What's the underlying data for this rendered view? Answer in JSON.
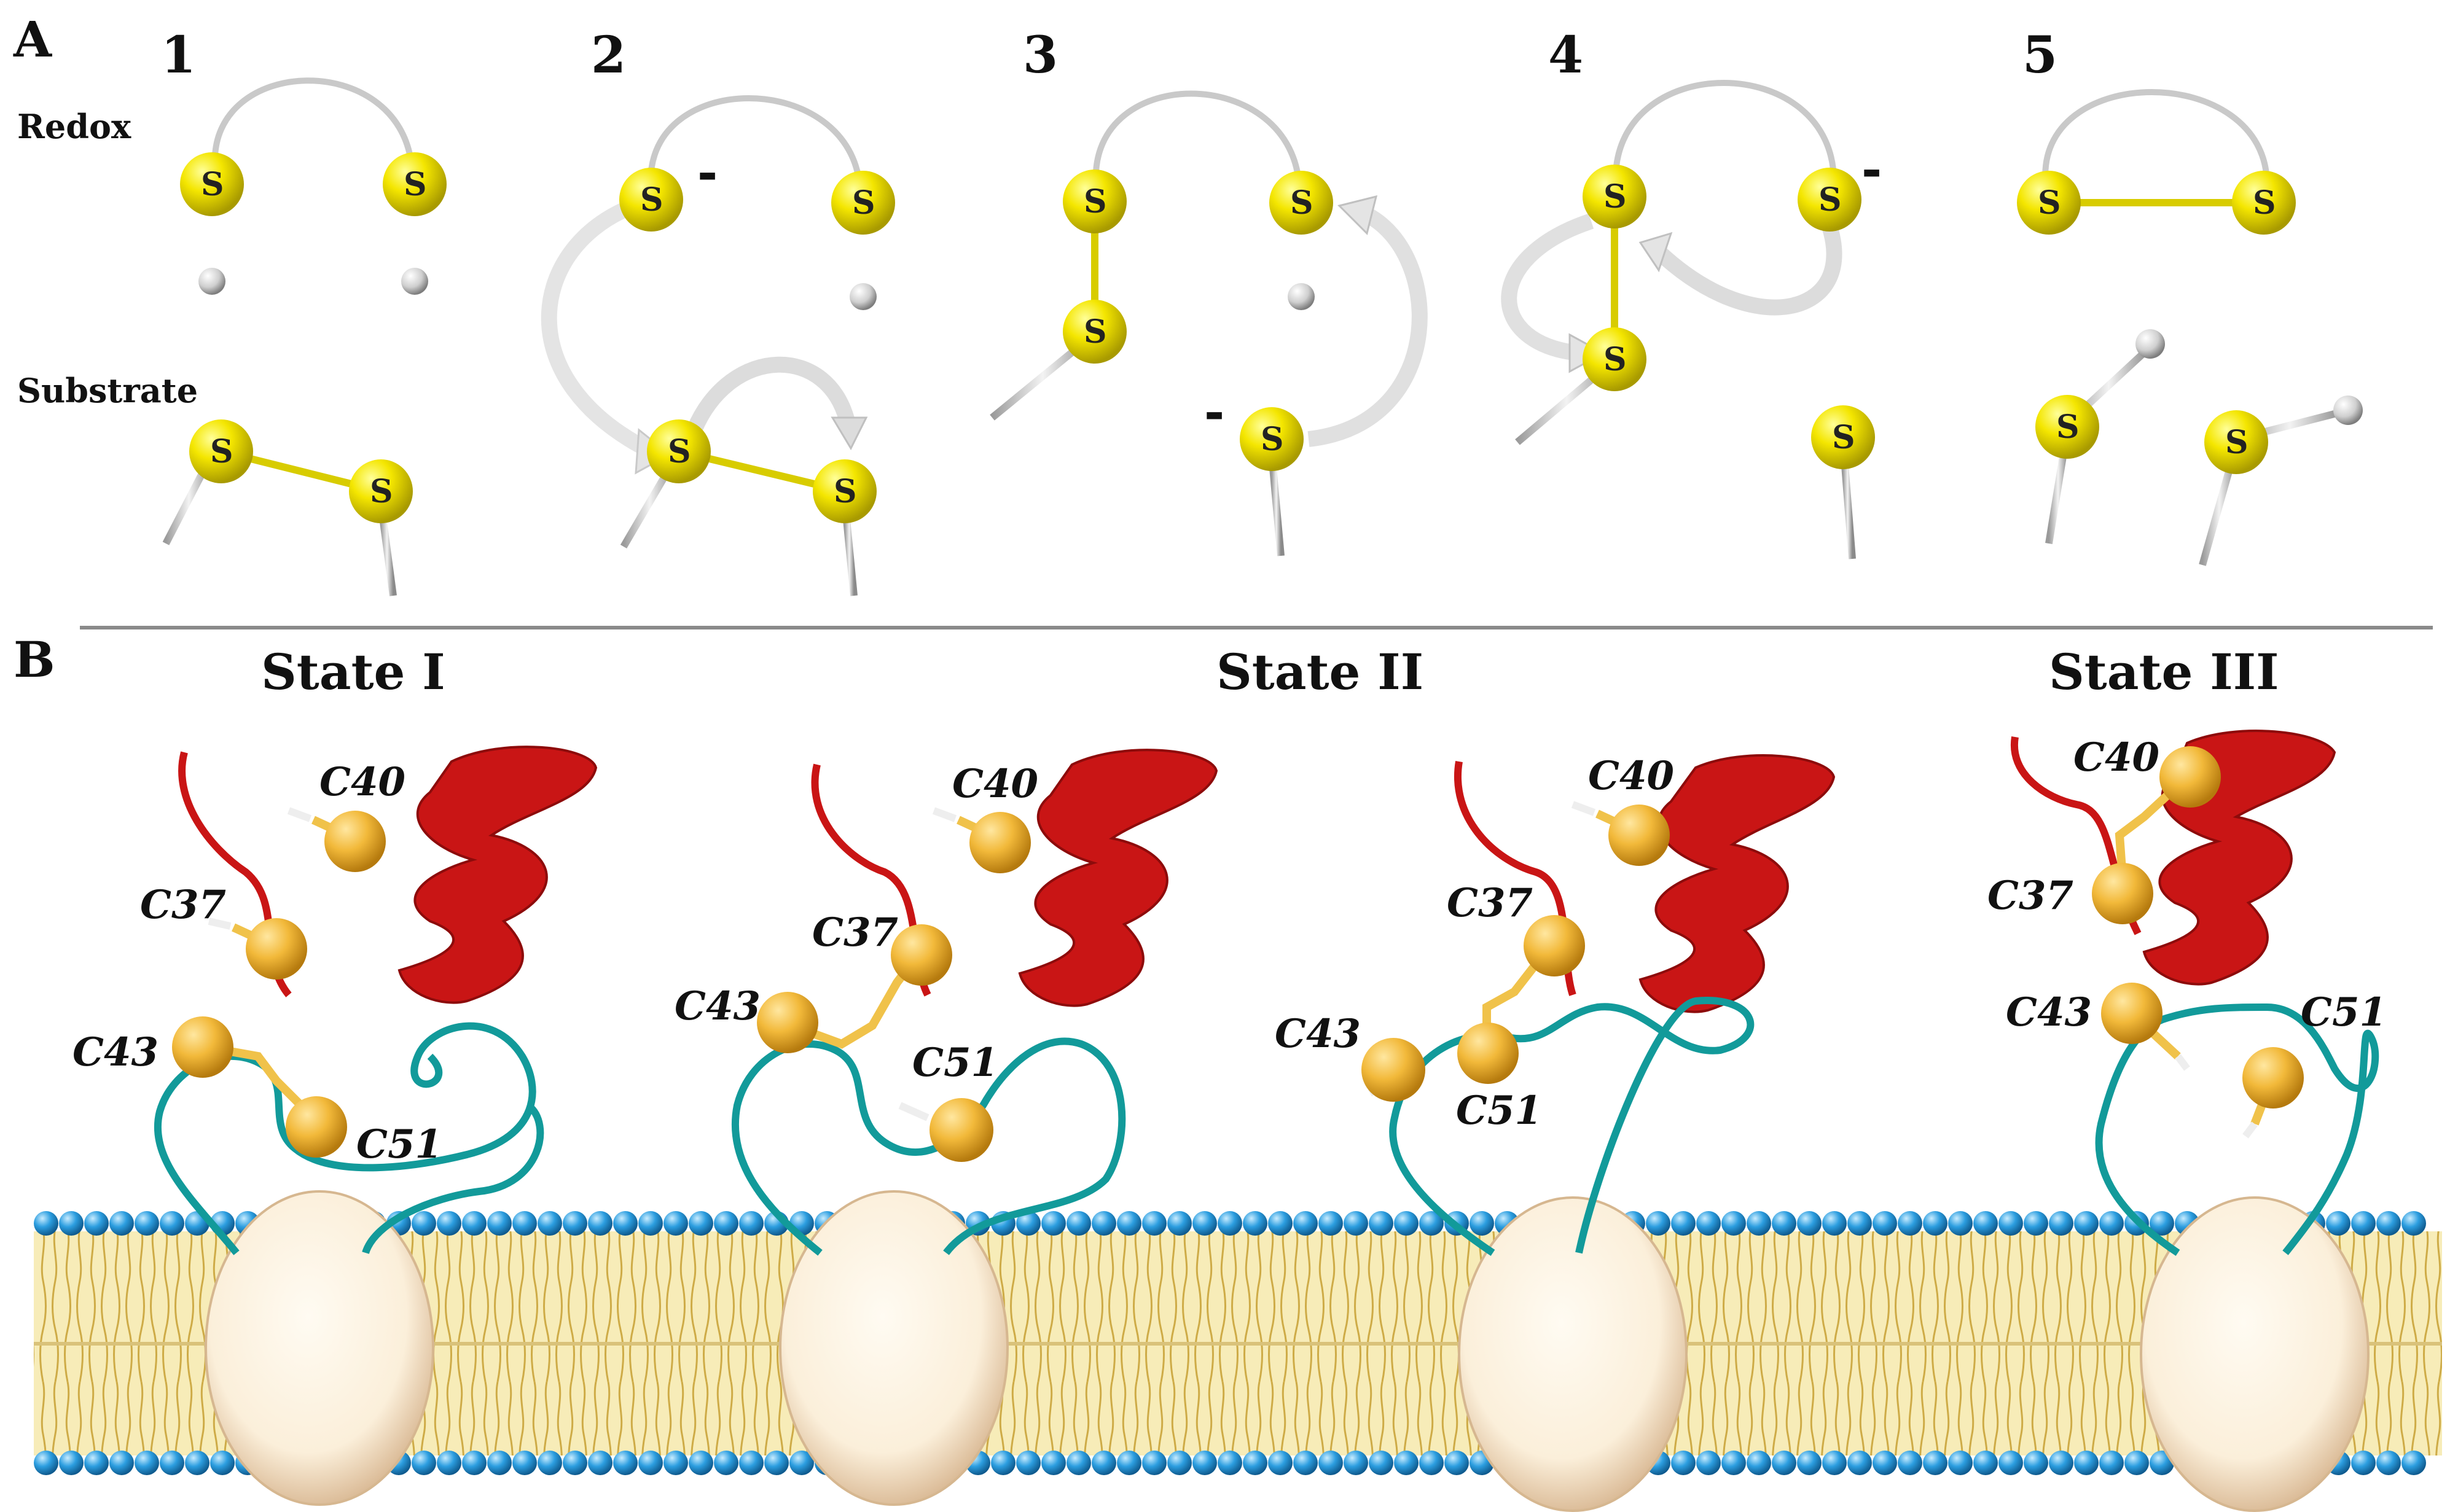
{
  "panel_a": {
    "letter": "A",
    "row_labels": {
      "redox": "Redox",
      "substrate": "Substrate"
    },
    "steps": [
      "1",
      "2",
      "3",
      "4",
      "5"
    ],
    "sulfur_label": "S",
    "charge_label": "-"
  },
  "panel_b": {
    "letter": "B",
    "states": [
      "State I",
      "State II",
      "State III"
    ],
    "cysteines": {
      "c40": "C40",
      "c37": "C37",
      "c43": "C43",
      "c51": "C51"
    }
  },
  "colors": {
    "sulfur": "#f2e400",
    "bond": "#d8cc00",
    "helix": "#cc1111",
    "loop": "#129a9a",
    "cys_atom": "#f1b83a",
    "membrane_head": "#2a9ad8",
    "membrane_core": "#f6e7a8",
    "transporter": "#f8ead2"
  },
  "icons": [
    "sulfur-atom-icon",
    "hydrogen-atom-icon",
    "curved-arrow-icon",
    "alpha-helix-icon",
    "lipid-bilayer-icon"
  ]
}
